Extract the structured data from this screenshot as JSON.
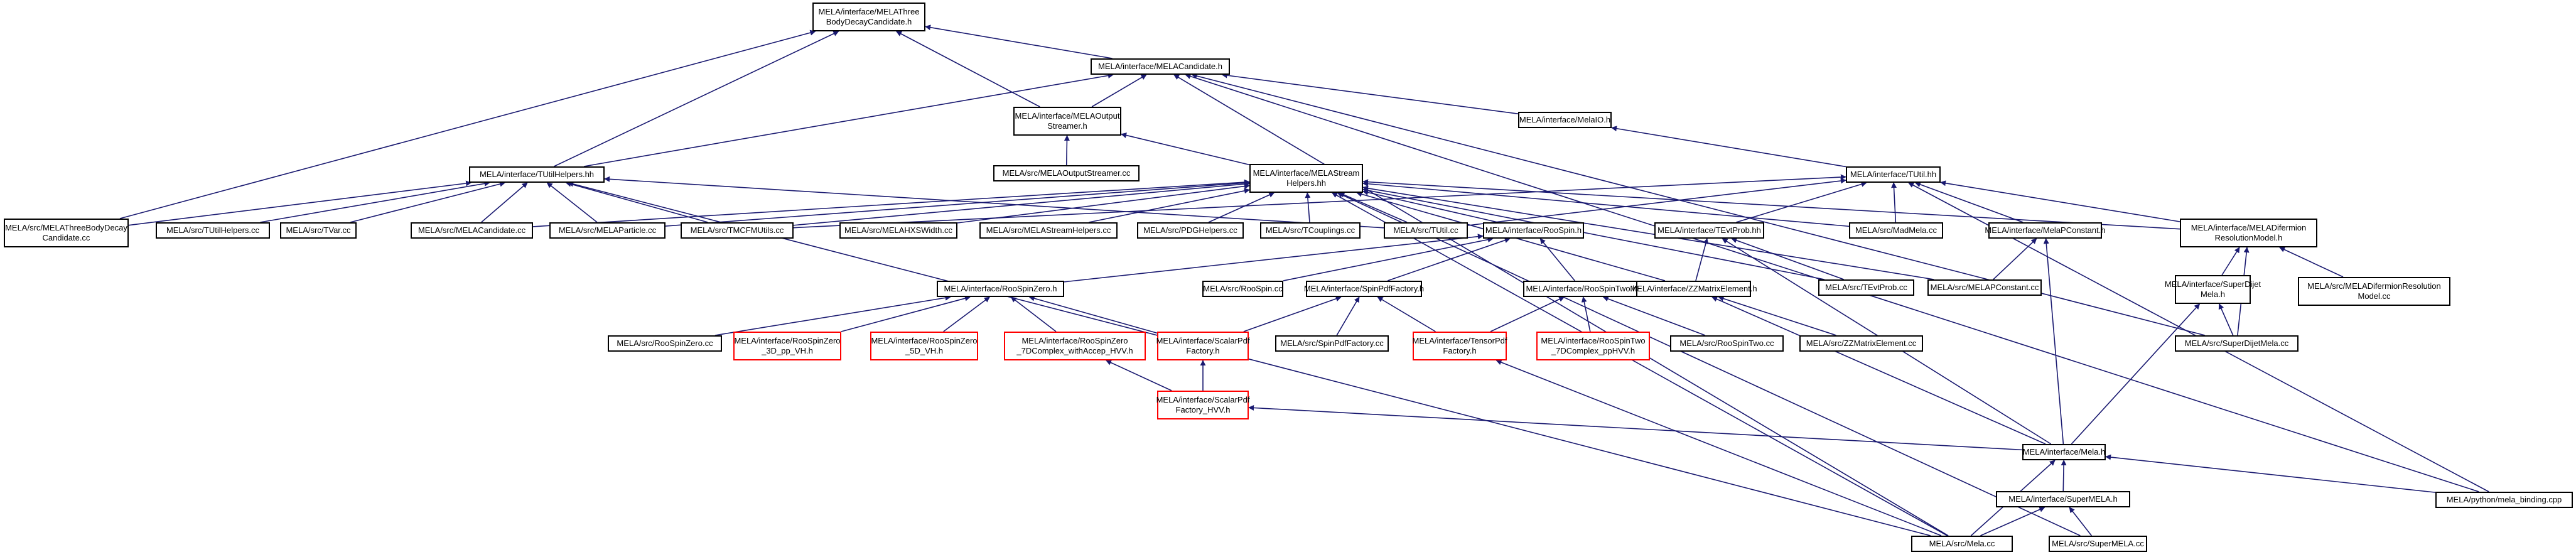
{
  "colors": {
    "edge": "#191970",
    "border": "#000000",
    "highlight_border": "#ff0000",
    "root_fill": "#bfbfbf"
  },
  "nodes": [
    {
      "id": "n1",
      "lines": [
        "MELA/interface/MELAThree",
        "BodyDecayCandidate.h"
      ],
      "root": true
    },
    {
      "id": "n2",
      "lines": [
        "MELA/interface/MELACandidate.h"
      ]
    },
    {
      "id": "n3",
      "lines": [
        "MELA/interface/MELAOutput",
        "Streamer.h"
      ]
    },
    {
      "id": "n4",
      "lines": [
        "MELA/interface/MelaIO.h"
      ]
    },
    {
      "id": "n5",
      "lines": [
        "MELA/src/MELAOutputStreamer.cc"
      ]
    },
    {
      "id": "n6",
      "lines": [
        "MELA/interface/TUtilHelpers.hh"
      ]
    },
    {
      "id": "n7",
      "lines": [
        "MELA/interface/MELAStream",
        "Helpers.hh"
      ]
    },
    {
      "id": "n8",
      "lines": [
        "MELA/interface/TUtil.hh"
      ]
    },
    {
      "id": "n9",
      "lines": [
        "MELA/src/MELAThreeBodyDecay",
        "Candidate.cc"
      ]
    },
    {
      "id": "n10",
      "lines": [
        "MELA/src/TUtilHelpers.cc"
      ]
    },
    {
      "id": "n11",
      "lines": [
        "MELA/src/TVar.cc"
      ]
    },
    {
      "id": "n12",
      "lines": [
        "MELA/src/MELACandidate.cc"
      ]
    },
    {
      "id": "n13",
      "lines": [
        "MELA/src/MELAParticle.cc"
      ]
    },
    {
      "id": "n14",
      "lines": [
        "MELA/src/TMCFMUtils.cc"
      ]
    },
    {
      "id": "n15",
      "lines": [
        "MELA/src/MELAHXSWidth.cc"
      ]
    },
    {
      "id": "n16",
      "lines": [
        "MELA/src/MELAStreamHelpers.cc"
      ]
    },
    {
      "id": "n17",
      "lines": [
        "MELA/src/PDGHelpers.cc"
      ]
    },
    {
      "id": "n18",
      "lines": [
        "MELA/src/TCouplings.cc"
      ]
    },
    {
      "id": "n19",
      "lines": [
        "MELA/src/TUtil.cc"
      ]
    },
    {
      "id": "n20",
      "lines": [
        "MELA/interface/RooSpin.h"
      ]
    },
    {
      "id": "n21",
      "lines": [
        "MELA/interface/TEvtProb.hh"
      ]
    },
    {
      "id": "n22",
      "lines": [
        "MELA/src/MadMela.cc"
      ]
    },
    {
      "id": "n23",
      "lines": [
        "MELA/interface/MelaPConstant.h"
      ]
    },
    {
      "id": "n24",
      "lines": [
        "MELA/interface/MELADifermion",
        "ResolutionModel.h"
      ]
    },
    {
      "id": "n25",
      "lines": [
        "MELA/interface/RooSpinZero.h"
      ]
    },
    {
      "id": "n26",
      "lines": [
        "MELA/src/RooSpin.cc"
      ]
    },
    {
      "id": "n27",
      "lines": [
        "MELA/interface/SpinPdfFactory.h"
      ]
    },
    {
      "id": "n28",
      "lines": [
        "MELA/interface/RooSpinTwo.h"
      ]
    },
    {
      "id": "n29",
      "lines": [
        "MELA/interface/ZZMatrixElement.h"
      ]
    },
    {
      "id": "n30",
      "lines": [
        "MELA/src/TEvtProb.cc"
      ]
    },
    {
      "id": "n31",
      "lines": [
        "MELA/src/MELAPConstant.cc"
      ]
    },
    {
      "id": "n32",
      "lines": [
        "MELA/interface/SuperDijet",
        "Mela.h"
      ]
    },
    {
      "id": "n33",
      "lines": [
        "MELA/src/MELADifermionResolution",
        "Model.cc"
      ]
    },
    {
      "id": "n34",
      "lines": [
        "MELA/src/RooSpinZero.cc"
      ]
    },
    {
      "id": "n35",
      "lines": [
        "MELA/interface/RooSpinZero",
        "_3D_pp_VH.h"
      ],
      "red": true
    },
    {
      "id": "n36",
      "lines": [
        "MELA/interface/RooSpinZero",
        "_5D_VH.h"
      ],
      "red": true
    },
    {
      "id": "n37",
      "lines": [
        "MELA/interface/RooSpinZero",
        "_7DComplex_withAccep_HVV.h"
      ],
      "red": true
    },
    {
      "id": "n38",
      "lines": [
        "MELA/interface/ScalarPdf",
        "Factory.h"
      ],
      "red": true
    },
    {
      "id": "n39",
      "lines": [
        "MELA/src/SpinPdfFactory.cc"
      ]
    },
    {
      "id": "n40",
      "lines": [
        "MELA/interface/TensorPdf",
        "Factory.h"
      ],
      "red": true
    },
    {
      "id": "n41",
      "lines": [
        "MELA/interface/RooSpinTwo",
        "_7DComplex_ppHVV.h"
      ],
      "red": true
    },
    {
      "id": "n42",
      "lines": [
        "MELA/src/RooSpinTwo.cc"
      ]
    },
    {
      "id": "n43",
      "lines": [
        "MELA/src/ZZMatrixElement.cc"
      ]
    },
    {
      "id": "n44",
      "lines": [
        "MELA/src/SuperDijetMela.cc"
      ]
    },
    {
      "id": "n45",
      "lines": [
        "MELA/interface/ScalarPdf",
        "Factory_HVV.h"
      ],
      "red": true
    },
    {
      "id": "n46",
      "lines": [
        "MELA/interface/Mela.h"
      ]
    },
    {
      "id": "n47",
      "lines": [
        "MELA/python/mela_binding.cpp"
      ]
    },
    {
      "id": "n48",
      "lines": [
        "MELA/interface/SuperMELA.h"
      ]
    },
    {
      "id": "n49",
      "lines": [
        "MELA/src/Mela.cc"
      ]
    },
    {
      "id": "n50",
      "lines": [
        "MELA/src/SuperMELA.cc"
      ]
    }
  ]
}
